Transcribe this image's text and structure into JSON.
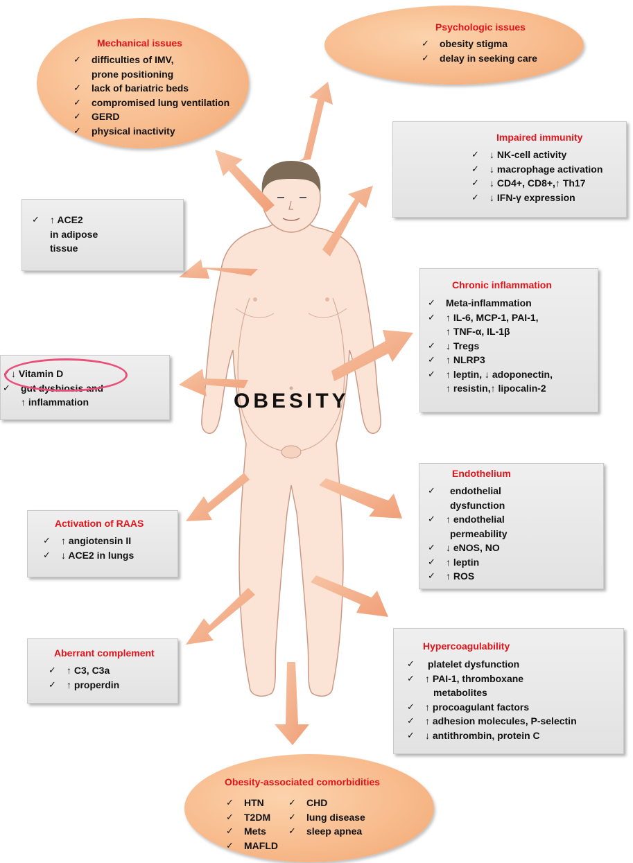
{
  "center_label": "OBESITY",
  "mechanical": {
    "title": "Mechanical issues",
    "items": [
      "difficulties of IMV,",
      "prone positioning",
      "lack of bariatric beds",
      "compromised lung ventilation",
      "GERD",
      "physical inactivity"
    ]
  },
  "psychologic": {
    "title": "Psychologic issues",
    "items": [
      "obesity stigma",
      "delay in seeking care"
    ]
  },
  "immunity": {
    "title": "Impaired immunity",
    "items": [
      "↓ NK-cell activity",
      "↓ macrophage activation",
      "↓ CD4+, CD8+,↑ Th17",
      "↓ IFN-γ expression"
    ]
  },
  "ace2": {
    "items": [
      "↑ ACE2",
      "in adipose",
      "tissue"
    ]
  },
  "inflammation": {
    "title": "Chronic inflammation",
    "items": [
      "Meta-inflammation",
      "↑ IL-6, MCP-1, PAI-1,",
      "↑ TNF-α, IL-1β",
      "↓ Tregs",
      "↑ NLRP3",
      "↑ leptin, ↓ adoponectin,",
      "↑ resistin,↑ lipocalin-2"
    ]
  },
  "vitamin": {
    "items": [
      "↓ Vitamin D",
      "gut dysbiosis and",
      "↑ inflammation"
    ]
  },
  "endothelium": {
    "title": "Endothelium",
    "items": [
      "endothelial",
      "dysfunction",
      "↑ endothelial",
      "permeability",
      "↓ eNOS, NO",
      "↑ leptin",
      "↑ ROS"
    ]
  },
  "raas": {
    "title": "Activation of RAAS",
    "items": [
      "↑ angiotensin II",
      "↓ ACE2 in lungs"
    ]
  },
  "complement": {
    "title": "Aberrant complement",
    "items": [
      "↑ C3, C3a",
      "↑ properdin"
    ]
  },
  "hypercoag": {
    "title": "Hypercoagulability",
    "items": [
      "platelet dysfunction",
      "↑ PAI-1, thromboxane",
      "metabolites",
      "↑ procoagulant factors",
      "↑ adhesion molecules, P-selectin",
      "↓ antithrombin, protein C"
    ]
  },
  "comorbid": {
    "title": "Obesity-associated comorbidities",
    "left": [
      "HTN",
      "T2DM",
      "Mets",
      "MAFLD"
    ],
    "right": [
      "CHD",
      "lung disease",
      "sleep apnea"
    ]
  },
  "colors": {
    "title_red": "#e0141a",
    "ellipse_fill": "#f7b98a",
    "arrow_fill": "#f4b08c",
    "body_fill": "#fbe2d4",
    "highlight": "#e8507a"
  }
}
